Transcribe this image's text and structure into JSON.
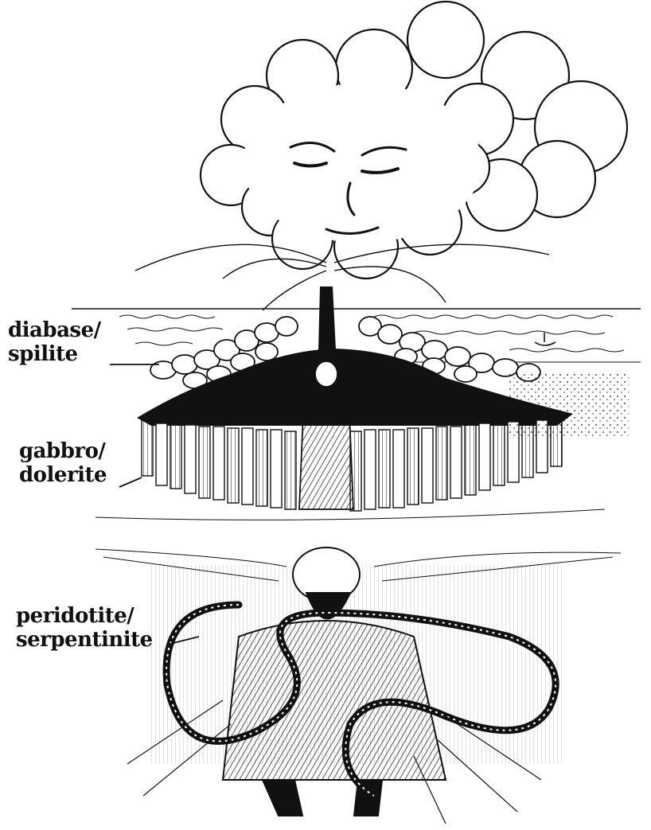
{
  "labels": {
    "diabase": {
      "line1": "diabase/",
      "line2": "spilite"
    },
    "gabbro": {
      "line1": "gabbro/",
      "line2": "dolerite"
    },
    "peridotite": {
      "line1": "peridotite/",
      "line2": "serpentinite"
    }
  },
  "colors": {
    "ink": "#111111",
    "paper": "#ffffff"
  }
}
